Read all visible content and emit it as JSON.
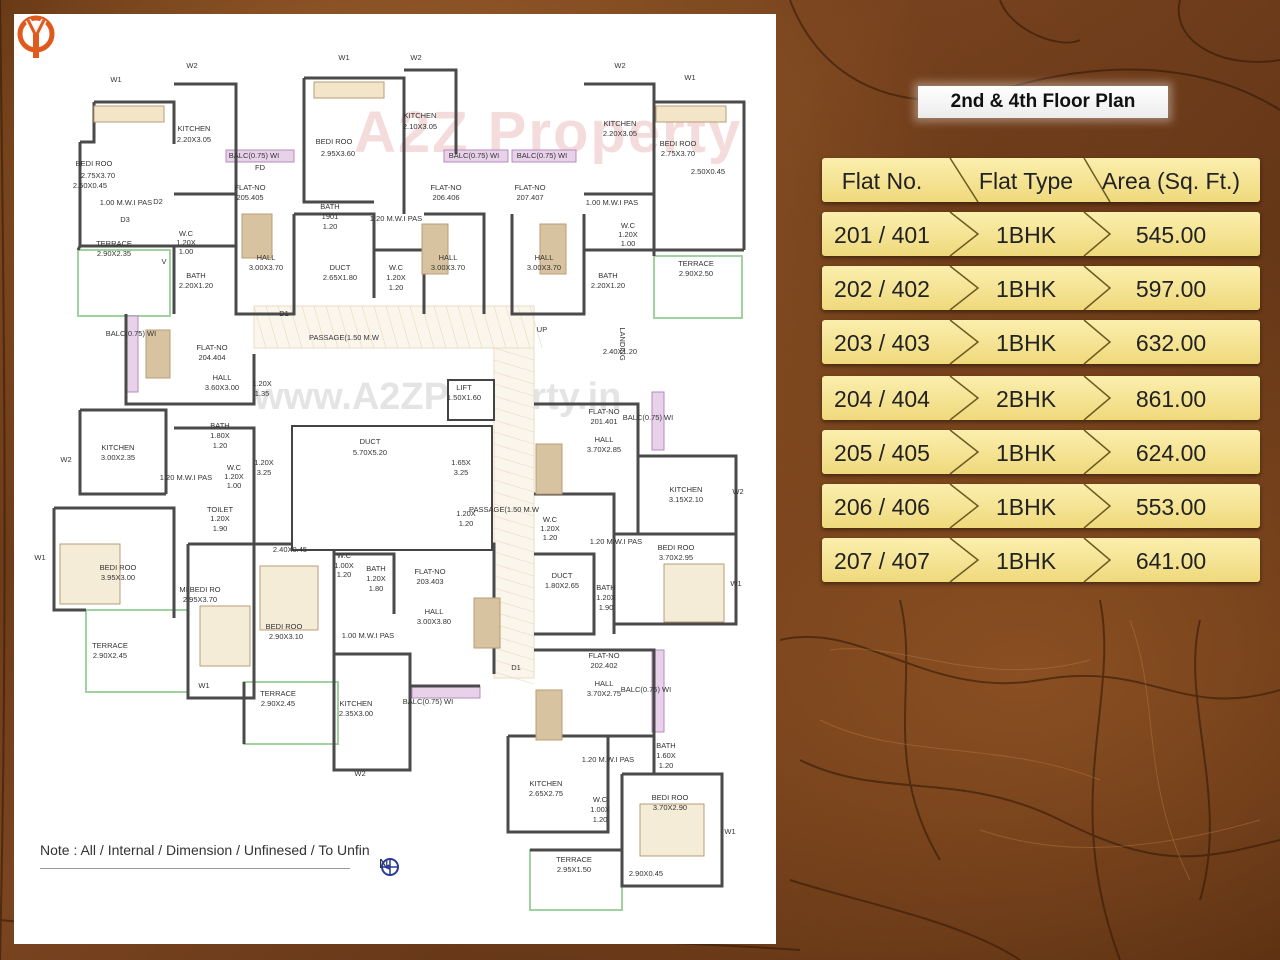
{
  "plan": {
    "watermark_main": "A2Z Property",
    "watermark_url": "www.A2ZProperty.in",
    "note": "Note : All / Internal / Dimension / Unfinesed / To Unfin",
    "north_label": "N",
    "labels": [
      {
        "t": "W1"
      },
      {
        "t": "W2"
      },
      {
        "t": "KITCHEN"
      },
      {
        "t": "2.20X3.05"
      },
      {
        "t": "BEDI ROO"
      },
      {
        "t": "2.75X3.70"
      },
      {
        "t": "2.50X0.45"
      },
      {
        "t": "BALC(0.75) WI"
      },
      {
        "t": "FD"
      },
      {
        "t": "FLAT-NO"
      },
      {
        "t": "205.405"
      },
      {
        "t": "D2"
      },
      {
        "t": "D3"
      },
      {
        "t": "1.00 M.W.I PAS"
      },
      {
        "t": "TERRACE"
      },
      {
        "t": "2.90X2.35"
      },
      {
        "t": "W.C"
      },
      {
        "t": "1.20X"
      },
      {
        "t": "1.00"
      },
      {
        "t": "BATH"
      },
      {
        "t": "2.20X1.20"
      },
      {
        "t": "HALL"
      },
      {
        "t": "3.00X3.70"
      },
      {
        "t": "D1"
      },
      {
        "t": "V"
      },
      {
        "t": "W1"
      },
      {
        "t": "W2"
      },
      {
        "t": "BEDI ROO"
      },
      {
        "t": "2.95X3.60"
      },
      {
        "t": "KITCHEN"
      },
      {
        "t": "2.10X3.05"
      },
      {
        "t": "BATH"
      },
      {
        "t": "1901"
      },
      {
        "t": "1.20"
      },
      {
        "t": "1.20 M.W.I PAS"
      },
      {
        "t": "DUCT"
      },
      {
        "t": "2.65X1.80"
      },
      {
        "t": "W.C"
      },
      {
        "t": "1.20X"
      },
      {
        "t": "1.20"
      },
      {
        "t": "BALC(0.75) WI"
      },
      {
        "t": "FLAT-NO"
      },
      {
        "t": "206.406"
      },
      {
        "t": "HALL"
      },
      {
        "t": "3.00X3.70"
      },
      {
        "t": "BALC(0.75) WI"
      },
      {
        "t": "FLAT-NO"
      },
      {
        "t": "207.407"
      },
      {
        "t": "HALL"
      },
      {
        "t": "3.00X3.70"
      },
      {
        "t": "KITCHEN"
      },
      {
        "t": "2.20X3.05"
      },
      {
        "t": "BEDI ROO"
      },
      {
        "t": "2.75X3.70"
      },
      {
        "t": "2.50X0.45"
      },
      {
        "t": "1.00 M.W.I PAS"
      },
      {
        "t": "W.C"
      },
      {
        "t": "1.20X"
      },
      {
        "t": "1.00"
      },
      {
        "t": "BATH"
      },
      {
        "t": "2.20X1.20"
      },
      {
        "t": "TERRACE"
      },
      {
        "t": "2.90X2.50"
      },
      {
        "t": "W2"
      },
      {
        "t": "W1"
      },
      {
        "t": "PASSAGE(1.50 M.W"
      },
      {
        "t": "UP"
      },
      {
        "t": "LANDING"
      },
      {
        "t": "2.40X1.20"
      },
      {
        "t": "BALC(0.75) WI"
      },
      {
        "t": "FLAT-NO"
      },
      {
        "t": "204.404"
      },
      {
        "t": "HALL"
      },
      {
        "t": "3.60X3.00"
      },
      {
        "t": "1.20X"
      },
      {
        "t": "1.35"
      },
      {
        "t": "LIFT"
      },
      {
        "t": "1.50X1.60"
      },
      {
        "t": "KITCHEN"
      },
      {
        "t": "3.00X2.35"
      },
      {
        "t": "W2"
      },
      {
        "t": "BATH"
      },
      {
        "t": "1.80X"
      },
      {
        "t": "1.20"
      },
      {
        "t": "W.C"
      },
      {
        "t": "1.20X"
      },
      {
        "t": "1.00"
      },
      {
        "t": "1.20X"
      },
      {
        "t": "3.25"
      },
      {
        "t": "DUCT"
      },
      {
        "t": "5.70X5.20"
      },
      {
        "t": "1.65X"
      },
      {
        "t": "3.25"
      },
      {
        "t": "1.20 M.W.I PAS"
      },
      {
        "t": "TOILET"
      },
      {
        "t": "1.20X"
      },
      {
        "t": "1.90"
      },
      {
        "t": "BEDI ROO"
      },
      {
        "t": "3.95X3.00"
      },
      {
        "t": "W1"
      },
      {
        "t": "MI BEDI RO"
      },
      {
        "t": "2.95X3.70"
      },
      {
        "t": "TERRACE"
      },
      {
        "t": "2.90X2.45"
      },
      {
        "t": "W1"
      },
      {
        "t": "2.40X0.45"
      },
      {
        "t": "BEDI ROO"
      },
      {
        "t": "2.90X3.10"
      },
      {
        "t": "W.C"
      },
      {
        "t": "1.00X"
      },
      {
        "t": "1.20"
      },
      {
        "t": "BATH"
      },
      {
        "t": "1.20X"
      },
      {
        "t": "1.80"
      },
      {
        "t": "FLAT-NO"
      },
      {
        "t": "203.403"
      },
      {
        "t": "HALL"
      },
      {
        "t": "3.00X3.80"
      },
      {
        "t": "1.00 M.W.I PAS"
      },
      {
        "t": "TERRACE"
      },
      {
        "t": "2.90X2.45"
      },
      {
        "t": "KITCHEN"
      },
      {
        "t": "2.35X3.00"
      },
      {
        "t": "BALC(0.75) WI"
      },
      {
        "t": "W2"
      },
      {
        "t": "1.20X"
      },
      {
        "t": "1.20"
      },
      {
        "t": "PASSAGE(1.50 M.W"
      },
      {
        "t": "BALC(0.75) WI"
      },
      {
        "t": "FLAT-NO"
      },
      {
        "t": "201.401"
      },
      {
        "t": "HALL"
      },
      {
        "t": "3.70X2.85"
      },
      {
        "t": "KITCHEN"
      },
      {
        "t": "3.15X2.10"
      },
      {
        "t": "W2"
      },
      {
        "t": "W.C"
      },
      {
        "t": "1.20X"
      },
      {
        "t": "1.20"
      },
      {
        "t": "1.20 M.W.I PAS"
      },
      {
        "t": "DUCT"
      },
      {
        "t": "1.80X2.65"
      },
      {
        "t": "BATH"
      },
      {
        "t": "1.20X"
      },
      {
        "t": "1.90"
      },
      {
        "t": "BEDI ROO"
      },
      {
        "t": "3.70X2.95"
      },
      {
        "t": "W1"
      },
      {
        "t": "D1"
      },
      {
        "t": "FLAT-NO"
      },
      {
        "t": "202.402"
      },
      {
        "t": "HALL"
      },
      {
        "t": "3.70X2.75"
      },
      {
        "t": "BALC(0.75) WI"
      },
      {
        "t": "BATH"
      },
      {
        "t": "1.60X"
      },
      {
        "t": "1.20"
      },
      {
        "t": "KITCHEN"
      },
      {
        "t": "2.65X2.75"
      },
      {
        "t": "1.20 M.W.I PAS"
      },
      {
        "t": "W.C"
      },
      {
        "t": "1.00X"
      },
      {
        "t": "1.20"
      },
      {
        "t": "BEDI ROO"
      },
      {
        "t": "3.70X2.90"
      },
      {
        "t": "W1"
      },
      {
        "t": "TERRACE"
      },
      {
        "t": "2.95X1.50"
      },
      {
        "t": "2.90X0.45"
      }
    ]
  },
  "table": {
    "title": "2nd & 4th Floor Plan",
    "headers": [
      "Flat No.",
      "Flat Type",
      "Area (Sq. Ft.)"
    ],
    "rows": [
      [
        "201 / 401",
        "1BHK",
        "545.00"
      ],
      [
        "202 / 402",
        "1BHK",
        "597.00"
      ],
      [
        "203 / 403",
        "1BHK",
        "632.00"
      ],
      [
        "204 / 404",
        "2BHK",
        "861.00"
      ],
      [
        "205 / 405",
        "1BHK",
        "624.00"
      ],
      [
        "206 / 406",
        "1BHK",
        "553.00"
      ],
      [
        "207 / 407",
        "1BHK",
        "641.00"
      ]
    ]
  },
  "colors": {
    "row_fill": "#f4e390",
    "wall": "#555555",
    "terrace_edge": "#9fd29f",
    "balcony": "#d9b7dc",
    "flat_label": "#d9821a"
  }
}
